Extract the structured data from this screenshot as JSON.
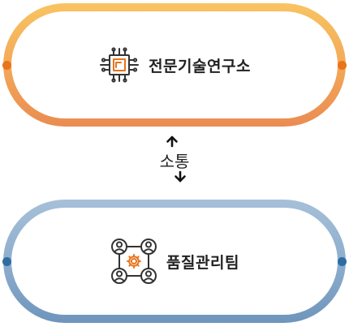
{
  "nodes": {
    "top": {
      "label": "전문기술연구소",
      "icon": "cpu-chip-icon",
      "color_gradient": [
        "#f8c462",
        "#ea8c52"
      ],
      "dot_color": "#e8741c"
    },
    "bottom": {
      "label": "품질관리팀",
      "icon": "team-gear-icon",
      "color_gradient": [
        "#a6c0d8",
        "#6e95bc"
      ],
      "dot_color": "#2e6da4"
    }
  },
  "connector": {
    "label": "소통",
    "icons": [
      "arrow-up-icon",
      "arrow-down-icon"
    ]
  }
}
